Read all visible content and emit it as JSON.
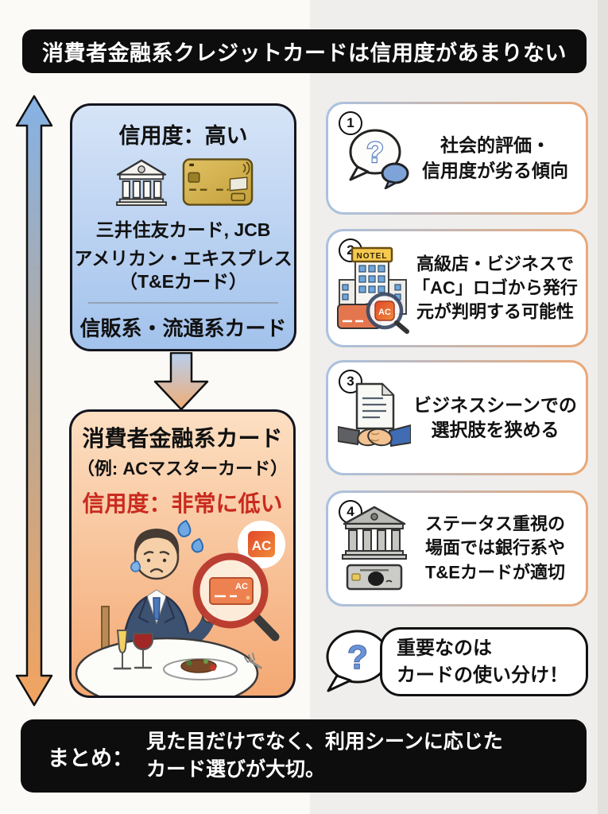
{
  "title_banner": "消費者金融系クレジットカードは信用度があまりない",
  "high_box": {
    "heading": "信用度：高い",
    "icons": [
      "bank-building-icon",
      "gold-credit-card-icon"
    ],
    "brands_line": "三井住友カード, JCB",
    "amex_line1": "アメリカン・エキスプレス",
    "amex_line2": "（T&Eカード）",
    "footer": "信販系・流通系カード"
  },
  "low_box": {
    "heading": "消費者金融系カード",
    "example": "（例: ACマスターカード）",
    "warning": "信用度：非常に低い",
    "bubble_ac": "AC",
    "magnified_ac": "AC",
    "illustration": "worried-man-at-restaurant-with-magnifier"
  },
  "right_items": [
    {
      "number": "1",
      "icon": "question-speech-bubble",
      "lines": [
        "社会的評価・",
        "信用度が劣る傾向"
      ]
    },
    {
      "number": "2",
      "icon": "hotel-card-magnifier",
      "hotel_sign": "NOTEL",
      "ac_badge": "AC",
      "lines": [
        "高級店・ビジネスで",
        "「AC」ロゴから発行",
        "元が判明する可能性"
      ]
    },
    {
      "number": "3",
      "icon": "handshake-document",
      "lines": [
        "ビジネスシーンでの",
        "選択肢を狭める"
      ]
    },
    {
      "number": "4",
      "icon": "bank-and-premium-card",
      "lines": [
        "ステータス重視の",
        "場面では銀行系や",
        "T&Eカードが適切"
      ]
    }
  ],
  "conclusion": {
    "question_mark": "?",
    "line1": "重要なのは",
    "line2": "カードの使い分け！"
  },
  "summary": {
    "label": "まとめ：",
    "line1": "見た目だけでなく、利用シーンに応じた",
    "line2": "カード選びが大切。"
  },
  "icons": {
    "question_mark": "?"
  },
  "colors": {
    "banner_bg": "#0d0d0d",
    "high_box_top": "#d6e4f7",
    "high_box_bottom": "#a2c2ec",
    "low_box_top": "#fcdfc2",
    "low_box_bottom": "#f4a873",
    "warning_red": "#c92a1e",
    "card_border_blue": "#a9c2e2",
    "card_border_orange": "#eaa876",
    "scale_arrow_blue": "#85b2e6",
    "scale_arrow_orange": "#f2a45f"
  }
}
